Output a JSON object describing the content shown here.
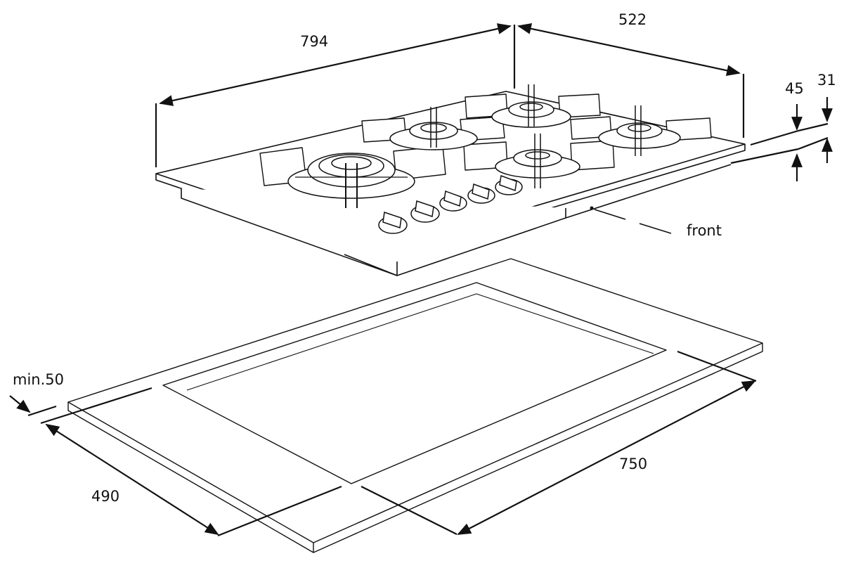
{
  "diagram": {
    "dimensions": {
      "hob_width": "794",
      "hob_depth": "522",
      "thickness_total": "45",
      "glass_thickness": "31",
      "front_label": "front",
      "cutout_min_margin": "min.50",
      "cutout_depth": "490",
      "cutout_width": "750"
    },
    "components": {
      "burners": [
        "triple-crown burner",
        "rapid burner",
        "semi-rapid burner",
        "semi-rapid burner",
        "auxiliary burner"
      ],
      "control_knobs": 5
    },
    "colors": {
      "line": "#111111",
      "background": "#ffffff",
      "fill_light": "#f2f2f2"
    }
  }
}
